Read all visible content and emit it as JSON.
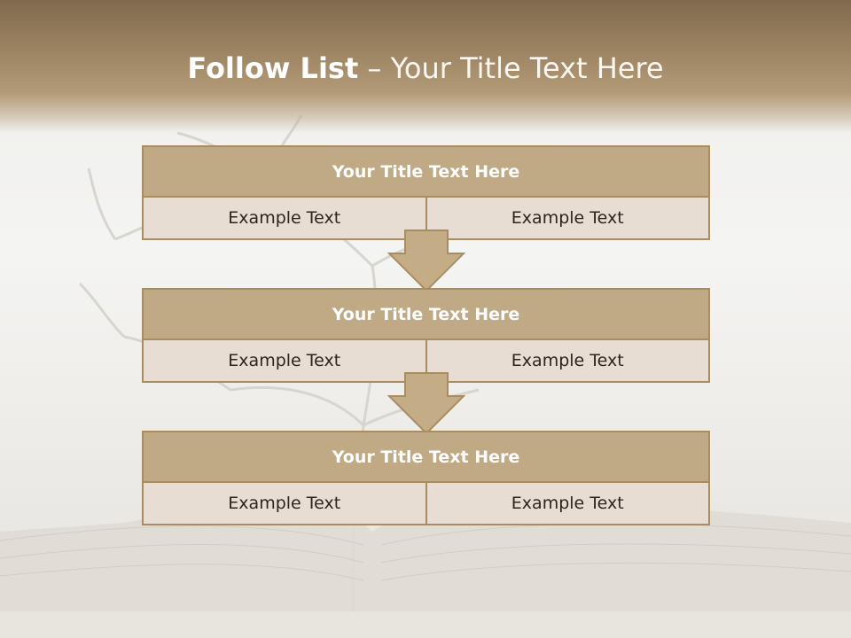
{
  "slide": {
    "title_bold": "Follow List",
    "title_rest": " – Your Title Text Here"
  },
  "blocks": [
    {
      "title": "Your Title Text Here",
      "left": "Example Text",
      "right": "Example Text"
    },
    {
      "title": "Your Title Text Here",
      "left": "Example Text",
      "right": "Example Text"
    },
    {
      "title": "Your Title Text Here",
      "left": "Example Text",
      "right": "Example Text"
    }
  ],
  "colors": {
    "header_brown": "#8b7454",
    "block_title_bg": "#c0a985",
    "block_cell_bg": "#e7ddd3",
    "border": "#a98d62"
  }
}
